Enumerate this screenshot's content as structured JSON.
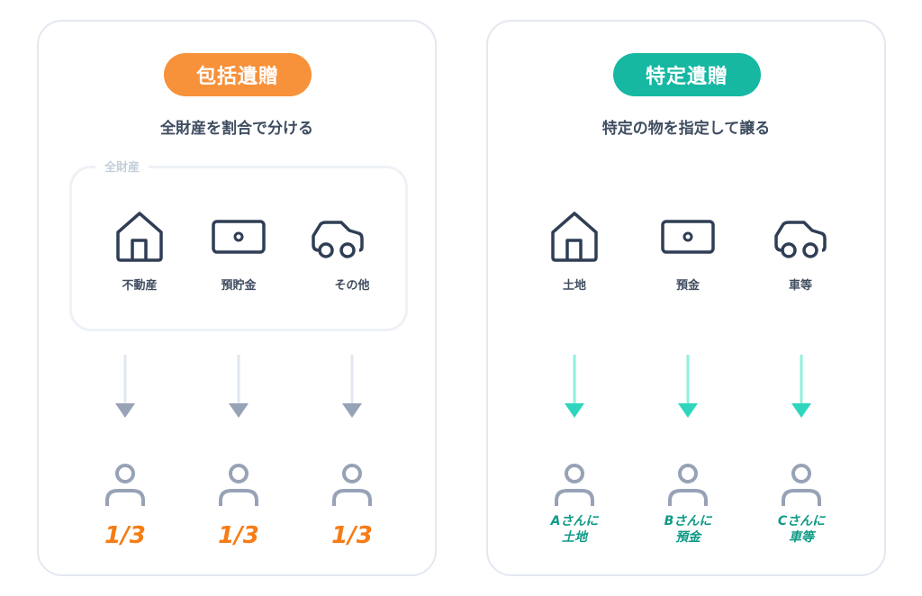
{
  "colors": {
    "orange": "#f7913a",
    "share_orange": "#f77c15",
    "teal": "#16b8a2",
    "teal_arrow": "#2fd6bd",
    "recipient_teal": "#0f9a86",
    "icon_dark": "#2f3e55",
    "person_gray": "#97a2b6",
    "arrow_gray": "#97a2b6",
    "card_border": "#e3e8f0"
  },
  "left": {
    "badge": "包括遺贈",
    "subtitle": "全財産を割合で分ける",
    "group_label": "全財産",
    "assets": [
      {
        "icon": "house-icon",
        "label": "不動産"
      },
      {
        "icon": "bill-icon",
        "label": "預貯金"
      },
      {
        "icon": "car-icon",
        "label": "その他"
      }
    ],
    "recipients": [
      {
        "icon": "person-icon",
        "share": "1/3"
      },
      {
        "icon": "person-icon",
        "share": "1/3"
      },
      {
        "icon": "person-icon",
        "share": "1/3"
      }
    ]
  },
  "right": {
    "badge": "特定遺贈",
    "subtitle": "特定の物を指定して譲る",
    "assets": [
      {
        "icon": "house-icon",
        "label": "土地"
      },
      {
        "icon": "bill-icon",
        "label": "預金"
      },
      {
        "icon": "car-icon",
        "label": "車等"
      }
    ],
    "recipients": [
      {
        "icon": "person-icon",
        "line1": "Aさんに",
        "line2": "土地"
      },
      {
        "icon": "person-icon",
        "line1": "Bさんに",
        "line2": "預金"
      },
      {
        "icon": "person-icon",
        "line1": "Cさんに",
        "line2": "車等"
      }
    ]
  }
}
